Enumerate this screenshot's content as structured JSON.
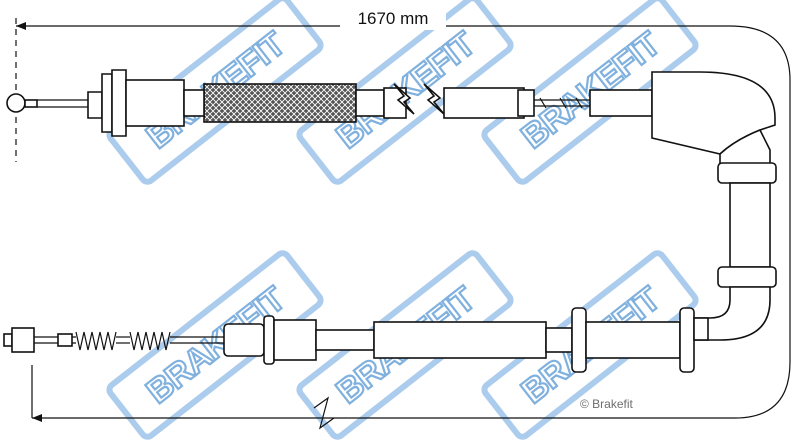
{
  "diagram": {
    "dimension_label": "1670 mm",
    "copyright_label": "© Brakefit"
  },
  "watermark": {
    "brand_text": "BRAKEFIT",
    "color": "#6aa3d8"
  },
  "colors": {
    "line": "#111111",
    "mesh_fill": "#444444",
    "background": "#ffffff"
  }
}
